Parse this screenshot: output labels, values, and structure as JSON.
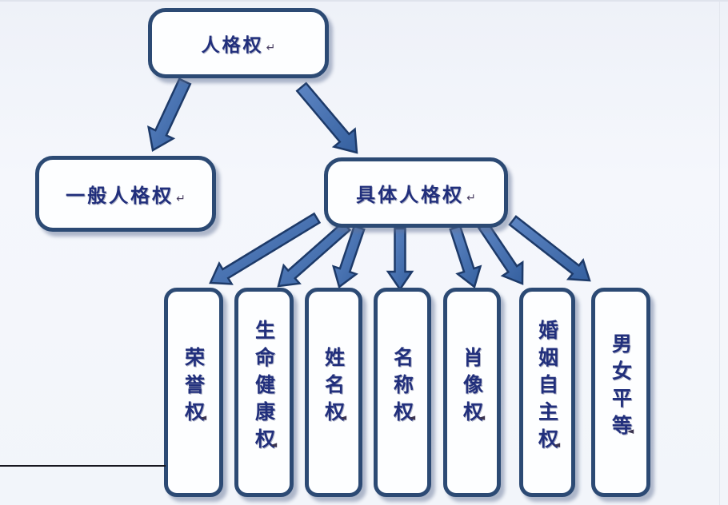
{
  "diagram": {
    "title_hint": "personality-rights-hierarchy",
    "root": {
      "id": "personality-right",
      "label": "人格权"
    },
    "level2": [
      {
        "id": "general-personality-right",
        "label": "一般人格权"
      },
      {
        "id": "specific-personality-right",
        "label": "具体人格权"
      }
    ],
    "leaves": [
      {
        "id": "honor-right",
        "label": "荣誉权"
      },
      {
        "id": "life-health-right",
        "label": "生命健康权"
      },
      {
        "id": "name-right",
        "label": "姓名权"
      },
      {
        "id": "entity-name-right",
        "label": "名称权"
      },
      {
        "id": "portrait-right",
        "label": "肖像权"
      },
      {
        "id": "marriage-autonomy-right",
        "label": "婚姻自主权"
      },
      {
        "id": "gender-equality",
        "label": "男女平等"
      }
    ],
    "edges": [
      {
        "from": "人格权",
        "to": "一般人格权"
      },
      {
        "from": "人格权",
        "to": "具体人格权"
      },
      {
        "from": "具体人格权",
        "to": "荣誉权"
      },
      {
        "from": "具体人格权",
        "to": "生命健康权"
      },
      {
        "from": "具体人格权",
        "to": "姓名权"
      },
      {
        "from": "具体人格权",
        "to": "名称权"
      },
      {
        "from": "具体人格权",
        "to": "肖像权"
      },
      {
        "from": "具体人格权",
        "to": "婚姻自主权"
      },
      {
        "from": "具体人格权",
        "to": "男女平等"
      }
    ],
    "return_mark_h": "↵",
    "return_mark_v": "◄"
  },
  "colors": {
    "box_border": "#2c4a74",
    "box_fill": "#fdfeff",
    "arrow_fill_light": "#5e86c4",
    "arrow_fill_dark": "#35609f",
    "arrow_outline": "#1d3a69",
    "text": "#212f7c",
    "background": "#f2f5fa",
    "rule_line": "#17171f"
  }
}
